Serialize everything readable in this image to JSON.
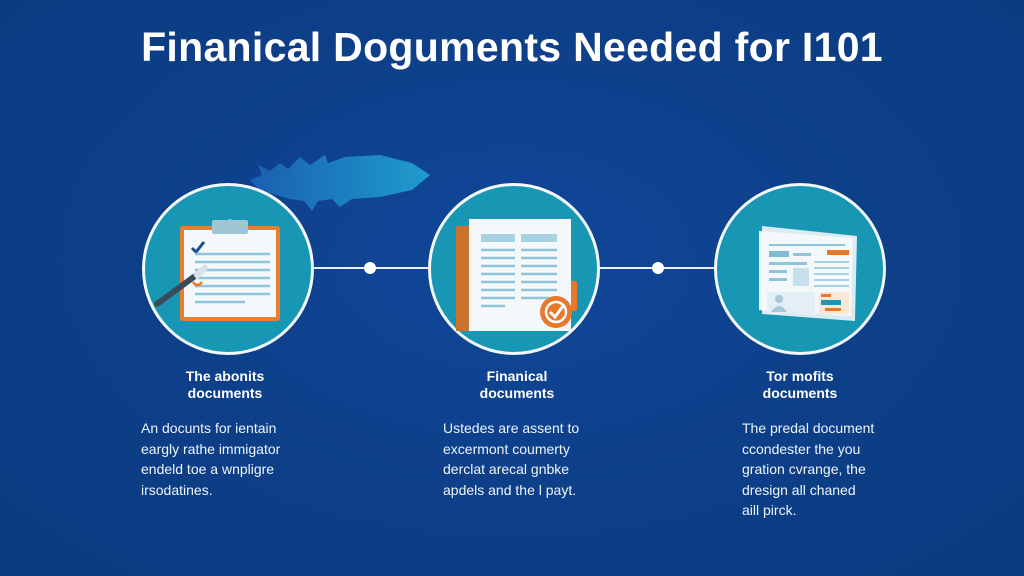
{
  "page": {
    "title": "Finanical Doguments Needed for I101",
    "background_color": "#0d3f88",
    "accent_teal": "#1897b5",
    "accent_orange": "#e8782a"
  },
  "steps": [
    {
      "icon": "clipboard-checklist-icon",
      "title_line1": "The abonits",
      "title_line2": "documents",
      "desc": [
        "An docunts for ientain",
        "eargly rathe immigator",
        "endeld toe a wnpligre",
        "irsodatines."
      ]
    },
    {
      "icon": "ledger-book-check-icon",
      "title_line1": "Finanical",
      "title_line2": "documents",
      "desc": [
        "Ustedes are assent to",
        "excermont coumerty",
        "derclat arecal gnbke",
        "apdels and the l payt."
      ]
    },
    {
      "icon": "document-form-profile-icon",
      "title_line1": "Tor mofits",
      "title_line2": "documents",
      "desc": [
        "The predal document",
        "ccondester the you",
        "gration cvrange, the",
        "dresign all chaned",
        "aill pirck."
      ]
    }
  ],
  "decorations": {
    "fish_shape": "fish-silhouette-icon",
    "connector_dots": 2
  }
}
